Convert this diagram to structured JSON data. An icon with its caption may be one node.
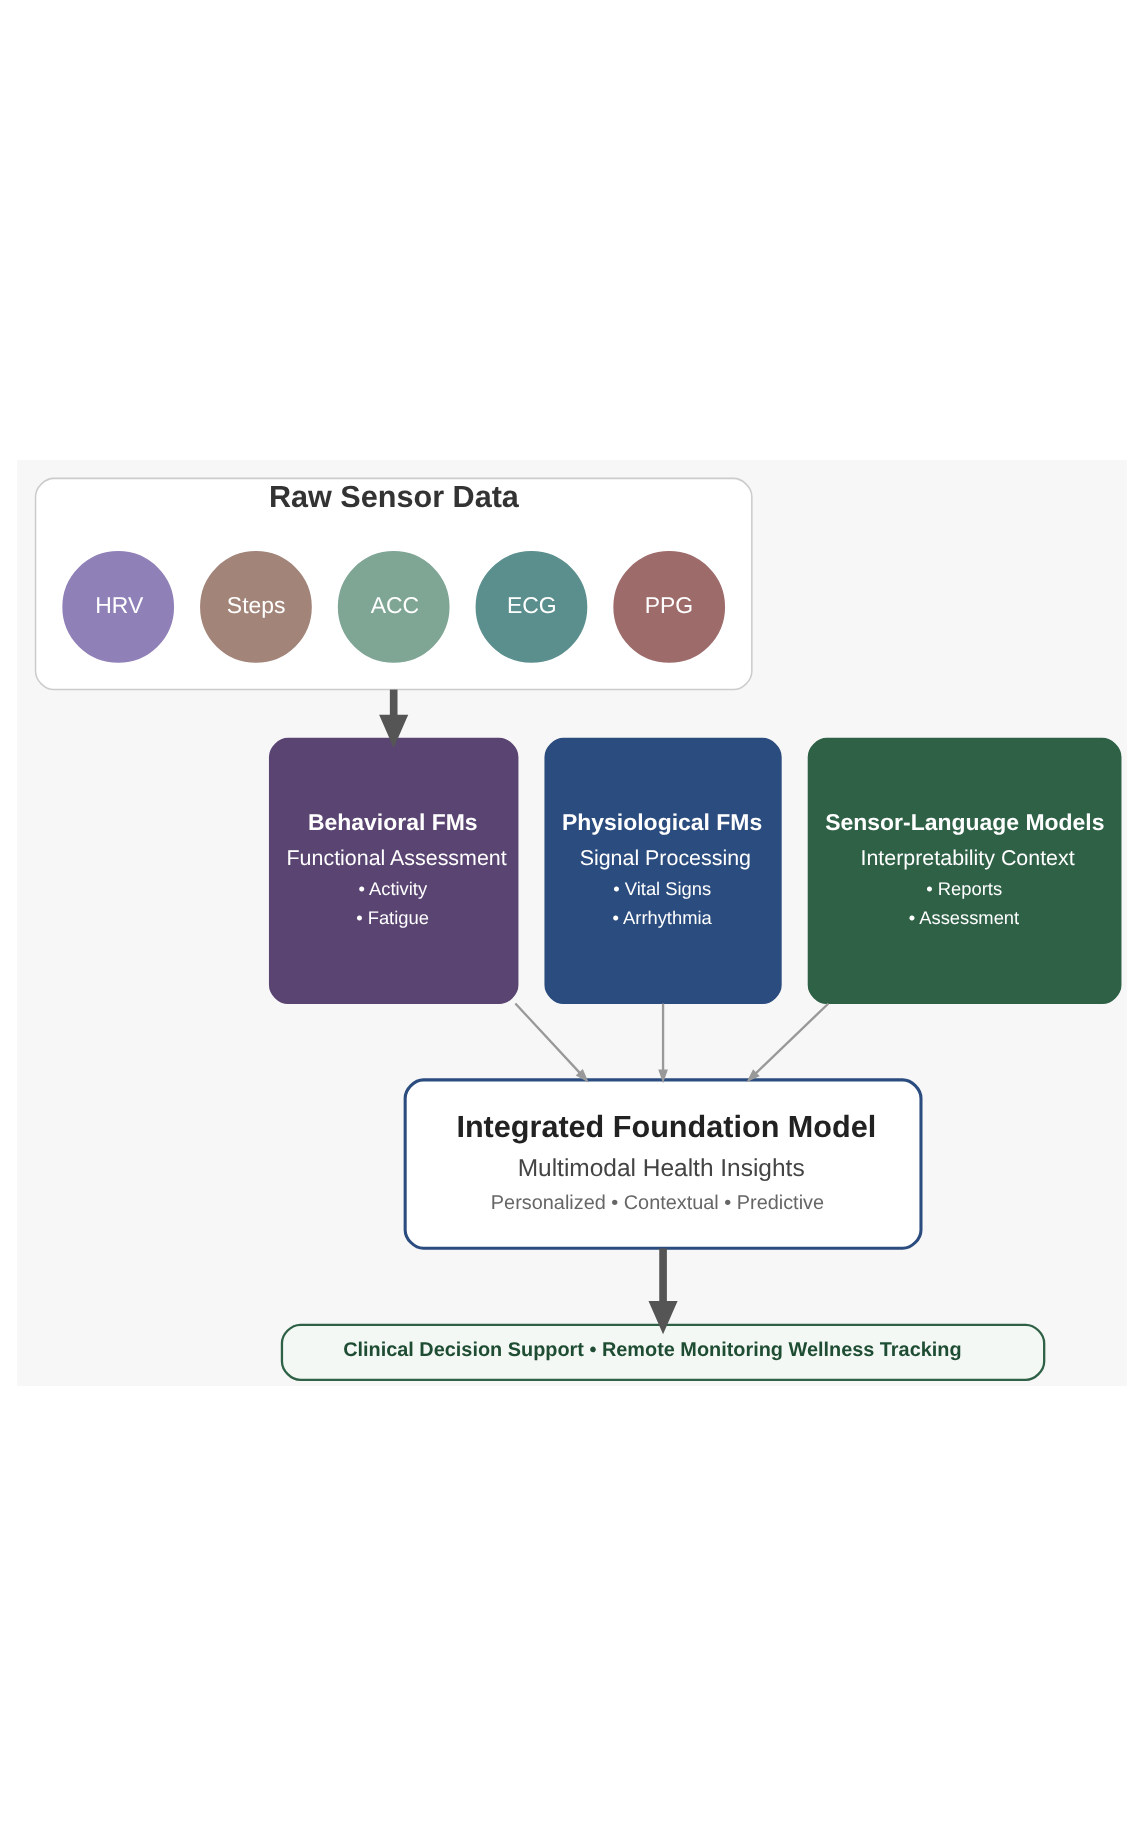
{
  "diagram": {
    "nodes": [
      {
        "text": [
          "Raw Sensor Data"
        ]
      },
      {
        "text": [
          "PPG"
        ],
        "in": 0
      },
      {
        "text": [
          "ECG"
        ],
        "in": 0
      },
      {
        "text": [
          "ACC"
        ],
        "in": 0
      },
      {
        "text": [
          "Steps"
        ],
        "in": 0
      },
      {
        "text": [
          "HRV"
        ],
        "in": 0
      },
      {
        "text": [
          "Physiological FMs",
          "Signal Processing",
          "• Vital Signs",
          "• Arrhythmia"
        ]
      },
      {
        "text": [
          "Behavioral FMs",
          "Functional Assessment",
          "• Activity",
          "• Fatigue"
        ]
      },
      {
        "text": [
          "Sensor-Language Models",
          "Interpretability Context",
          "• Reports",
          "• Assessment"
        ]
      },
      {
        "text": [
          "Integrated Foundation Model",
          "Multimodal Health Insights",
          "Personalized • Contextual • Predictive"
        ]
      },
      {
        "text": [
          "Clinical Decision Support • Remote Monitoring Wellness Tracking"
        ]
      }
    ],
    "edges": [
      {
        "from": 0,
        "to": 7,
        "arrow": "to",
        "style": "thick"
      },
      {
        "from": 6,
        "to": 9,
        "arrow": "to"
      },
      {
        "from": 7,
        "to": 9,
        "arrow": "to"
      },
      {
        "from": 8,
        "to": 9,
        "arrow": "to"
      },
      {
        "from": 9,
        "to": 10,
        "arrow": "to",
        "style": "thick"
      }
    ]
  }
}
